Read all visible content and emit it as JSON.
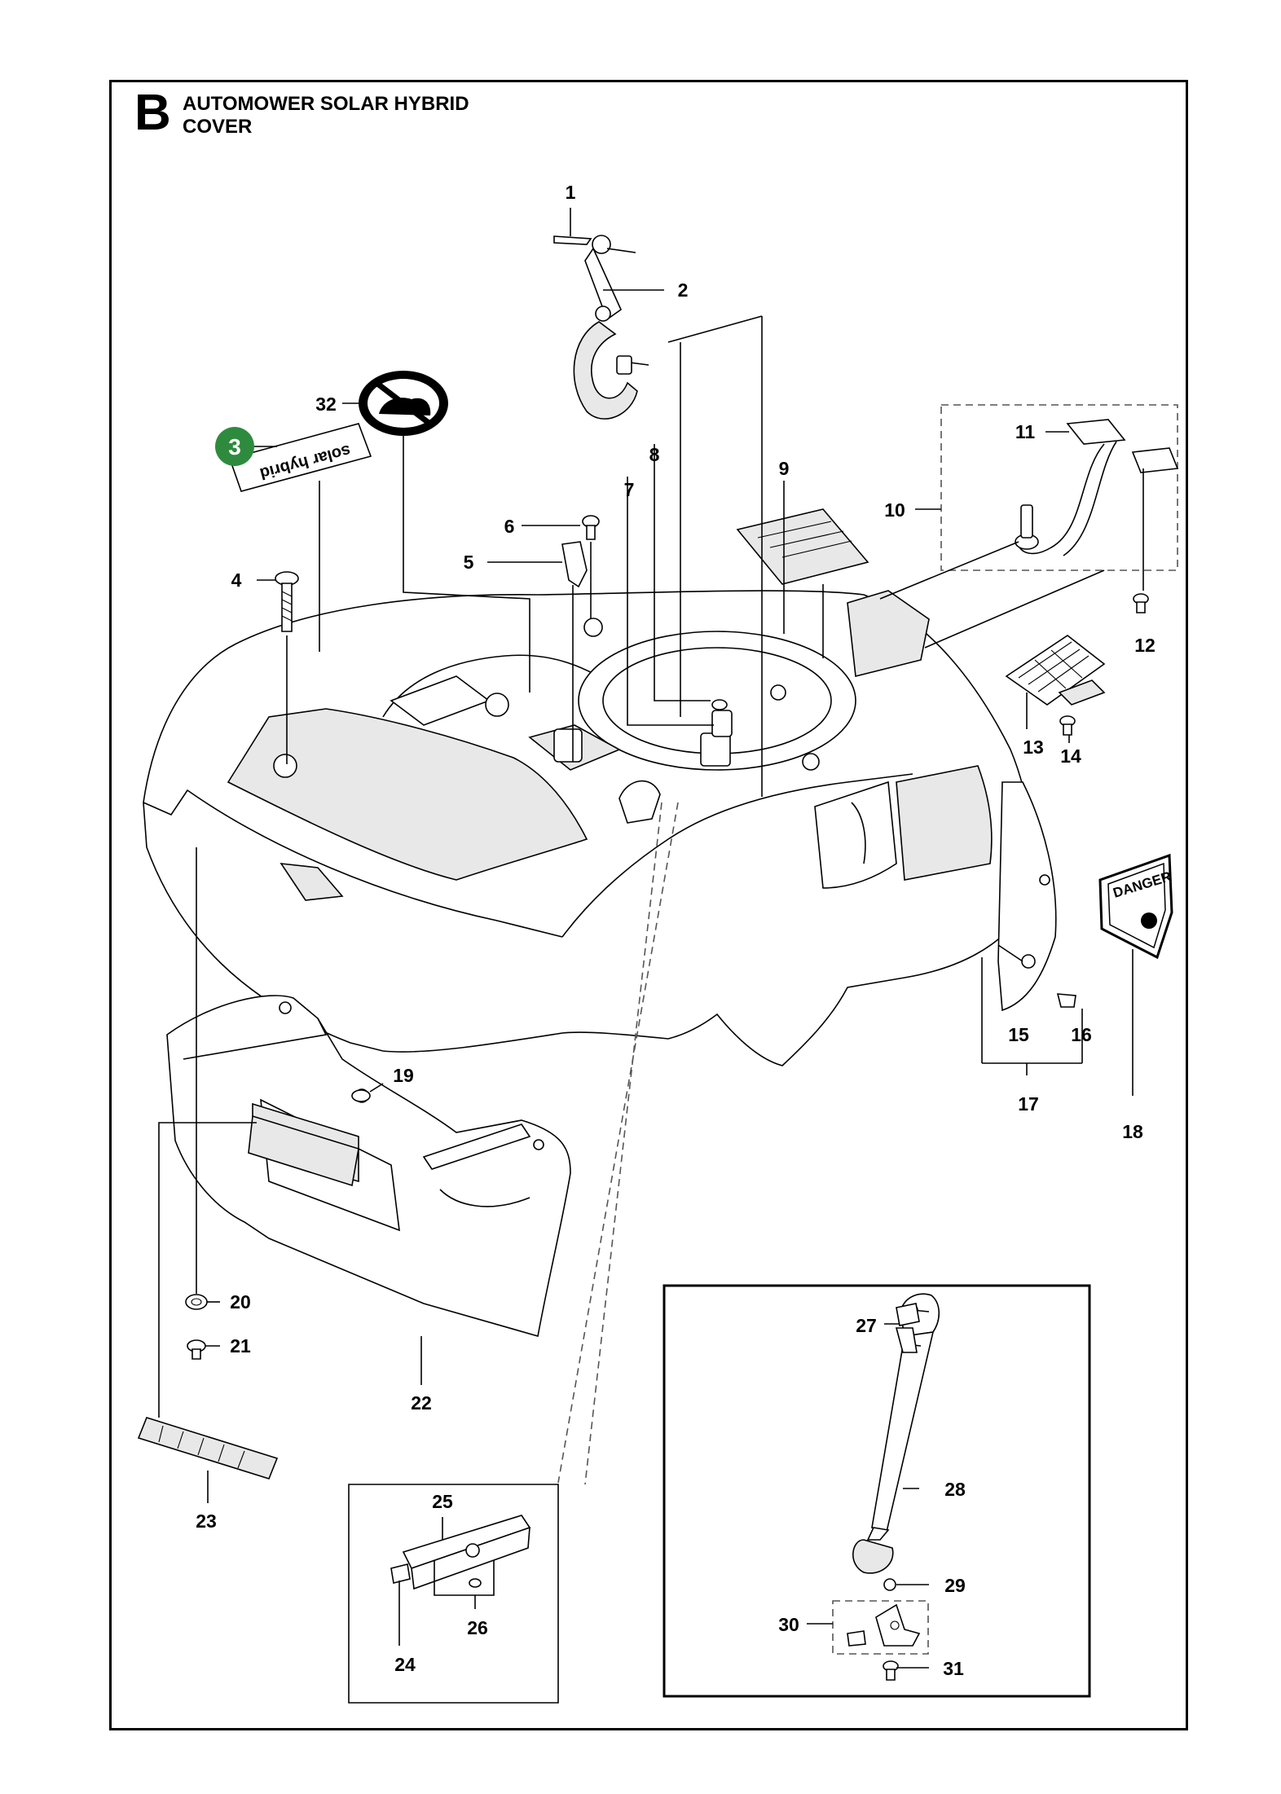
{
  "header": {
    "section_letter": "B",
    "title_line1": "AUTOMOWER SOLAR HYBRID",
    "title_line2": "COVER"
  },
  "highlight": {
    "number": "3",
    "color": "#2e8b3e"
  },
  "decals": {
    "solar_hybrid": "solar hybrid",
    "danger": "DANGER"
  },
  "callouts": [
    "1",
    "2",
    "4",
    "5",
    "6",
    "7",
    "8",
    "9",
    "10",
    "11",
    "12",
    "13",
    "14",
    "15",
    "16",
    "17",
    "18",
    "19",
    "20",
    "21",
    "22",
    "23",
    "24",
    "25",
    "26",
    "27",
    "28",
    "29",
    "30",
    "31",
    "32"
  ]
}
